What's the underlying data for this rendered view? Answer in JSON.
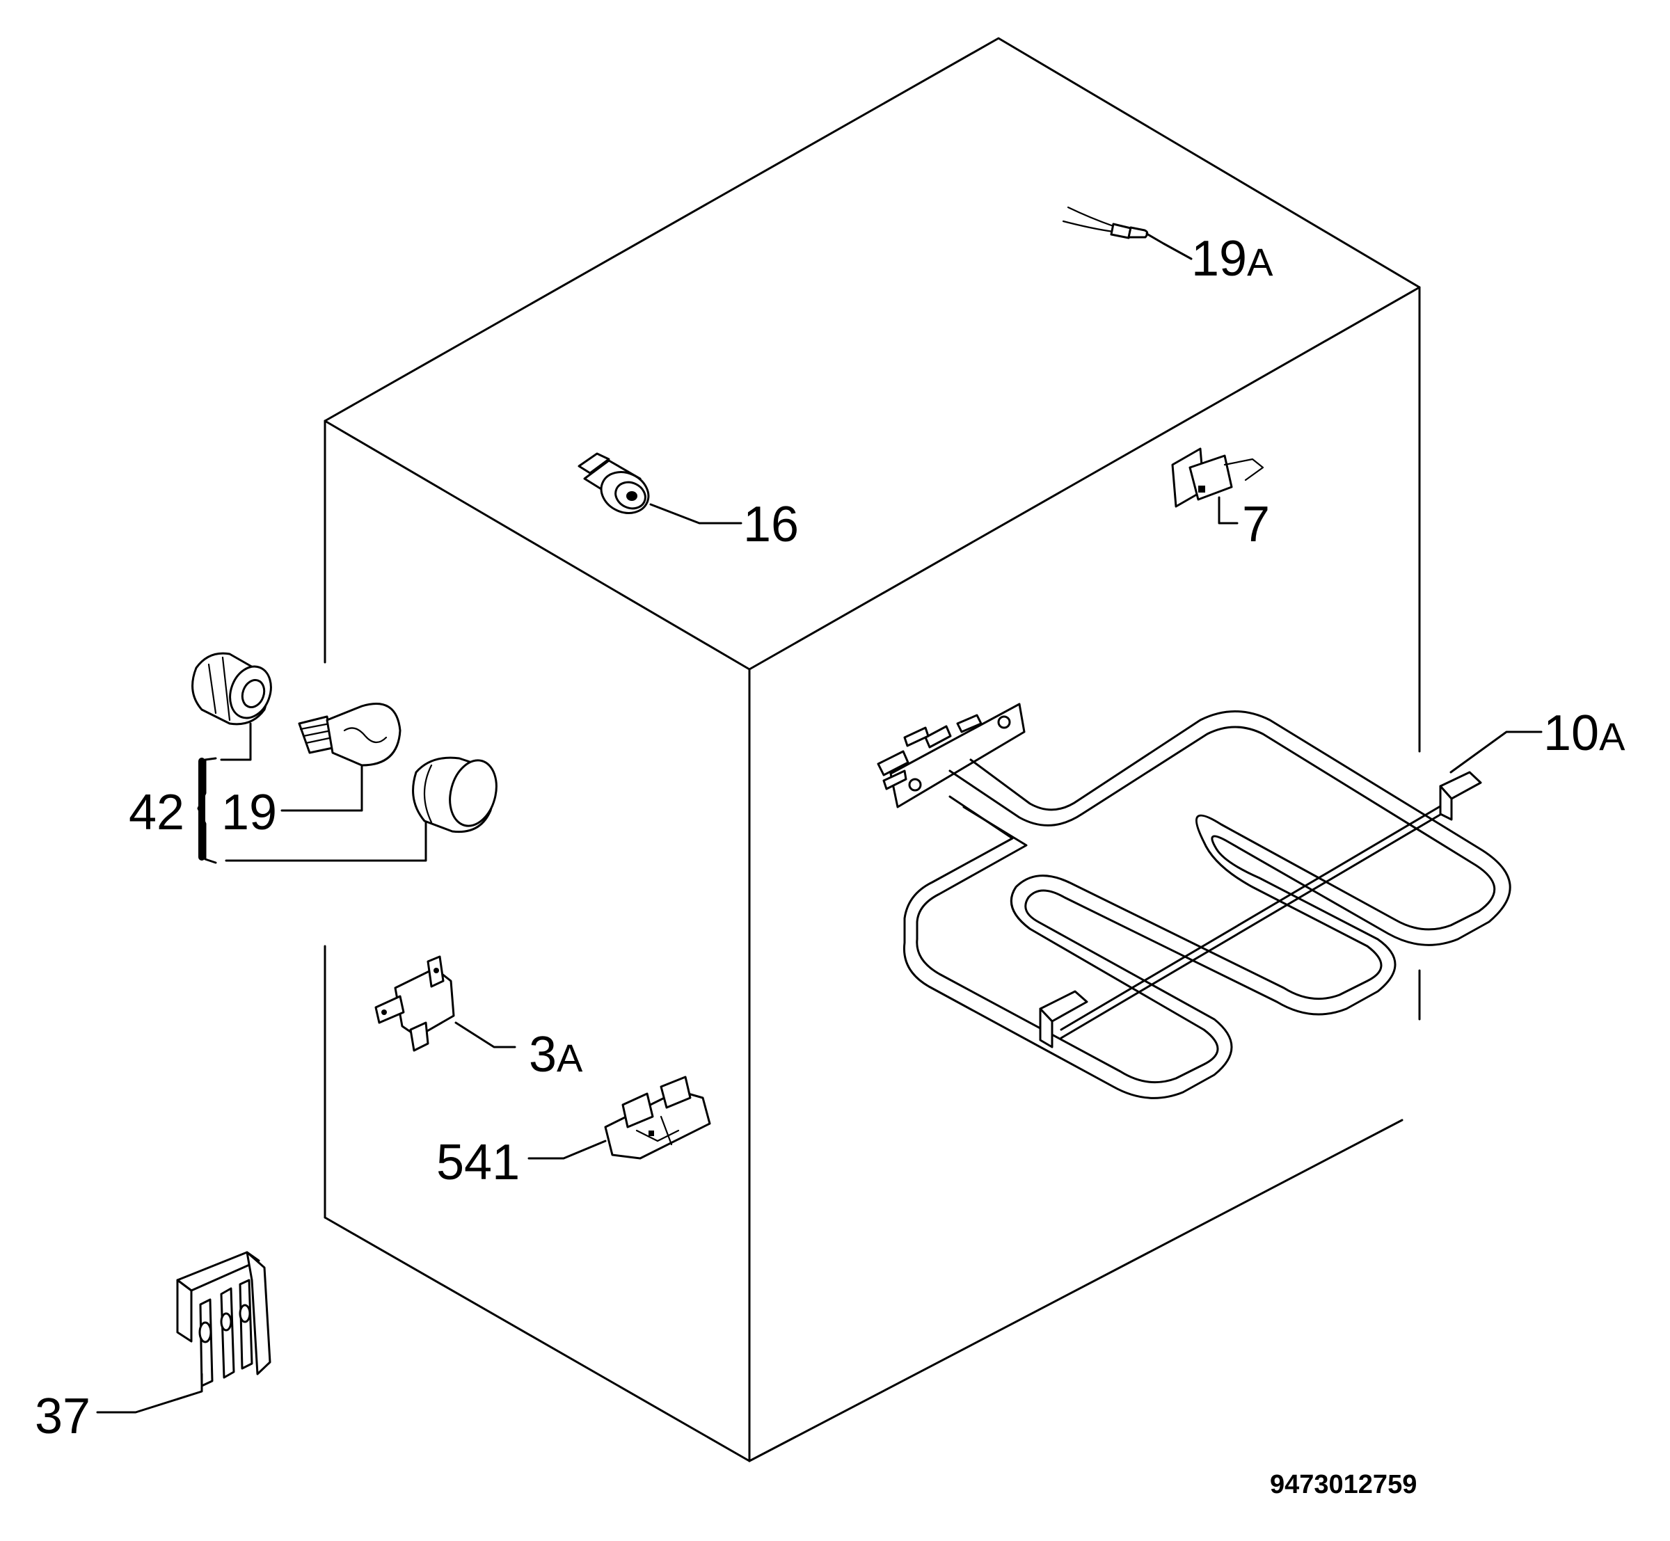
{
  "labels": {
    "p19a": {
      "num": "19",
      "suffix": "A"
    },
    "p16": {
      "num": "16",
      "suffix": ""
    },
    "p7": {
      "num": "7",
      "suffix": ""
    },
    "p10a": {
      "num": "10",
      "suffix": "A"
    },
    "p42": {
      "num": "42",
      "suffix": ""
    },
    "p19": {
      "num": "19",
      "suffix": ""
    },
    "p3a": {
      "num": "3",
      "suffix": "A"
    },
    "p541": {
      "num": "541",
      "suffix": ""
    },
    "p37": {
      "num": "37",
      "suffix": ""
    }
  },
  "drawing_number": "9473012759"
}
